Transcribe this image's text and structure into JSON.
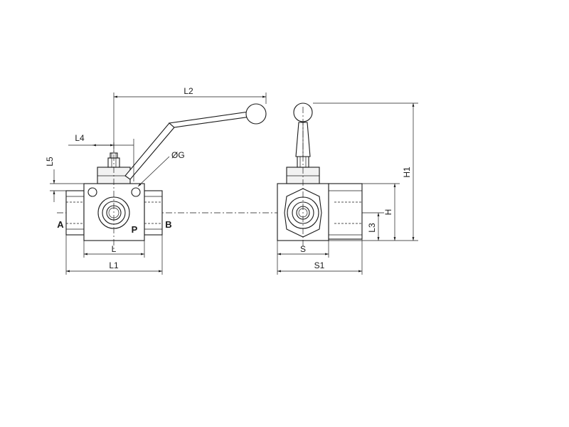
{
  "front_view": {
    "dim_L2": "L2",
    "dim_L4": "L4",
    "dim_L5": "L5",
    "dim_OG": "ØG",
    "dim_L": "L",
    "dim_L1": "L1",
    "port_A": "A",
    "port_B": "B",
    "port_P": "P"
  },
  "side_view": {
    "dim_H1": "H1",
    "dim_H": "H",
    "dim_L3": "L3",
    "dim_S": "S",
    "dim_S1": "S1"
  }
}
